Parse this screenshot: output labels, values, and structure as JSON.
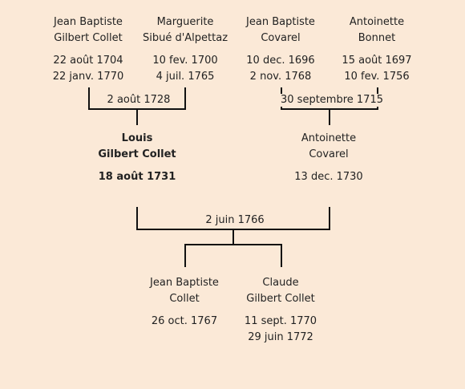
{
  "grandparents": {
    "jb_gilbert": {
      "name1": "Jean Baptiste",
      "name2": "Gilbert Collet",
      "birth": "22 août 1704",
      "death": "22 janv. 1770"
    },
    "marguerite": {
      "name1": "Marguerite",
      "name2": "Sibué d'Alpettaz",
      "birth": "10 fev. 1700",
      "death": "4 juil. 1765"
    },
    "jb_covarel": {
      "name1": "Jean Baptiste",
      "name2": "Covarel",
      "birth": "10 dec. 1696",
      "death": "2 nov. 1768"
    },
    "antoinette_bonnet": {
      "name1": "Antoinette",
      "name2": "Bonnet",
      "birth": "15 août 1697",
      "death": "10 fev. 1756"
    }
  },
  "marriages": {
    "left": "2 août 1728",
    "right": "30 septembre 1715",
    "parents": "2 juin 1766"
  },
  "parents": {
    "louis": {
      "name1": "Louis",
      "name2": "Gilbert Collet",
      "birth": "18 août 1731"
    },
    "antoinette": {
      "name1": "Antoinette",
      "name2": "Covarel",
      "birth": "13 dec. 1730"
    }
  },
  "children": {
    "jean_baptiste": {
      "name1": "Jean Baptiste",
      "name2": "Collet",
      "birth": "26 oct. 1767"
    },
    "claude": {
      "name1": "Claude",
      "name2": "Gilbert Collet",
      "birth": "11 sept. 1770",
      "death": "29 juin 1772"
    }
  }
}
